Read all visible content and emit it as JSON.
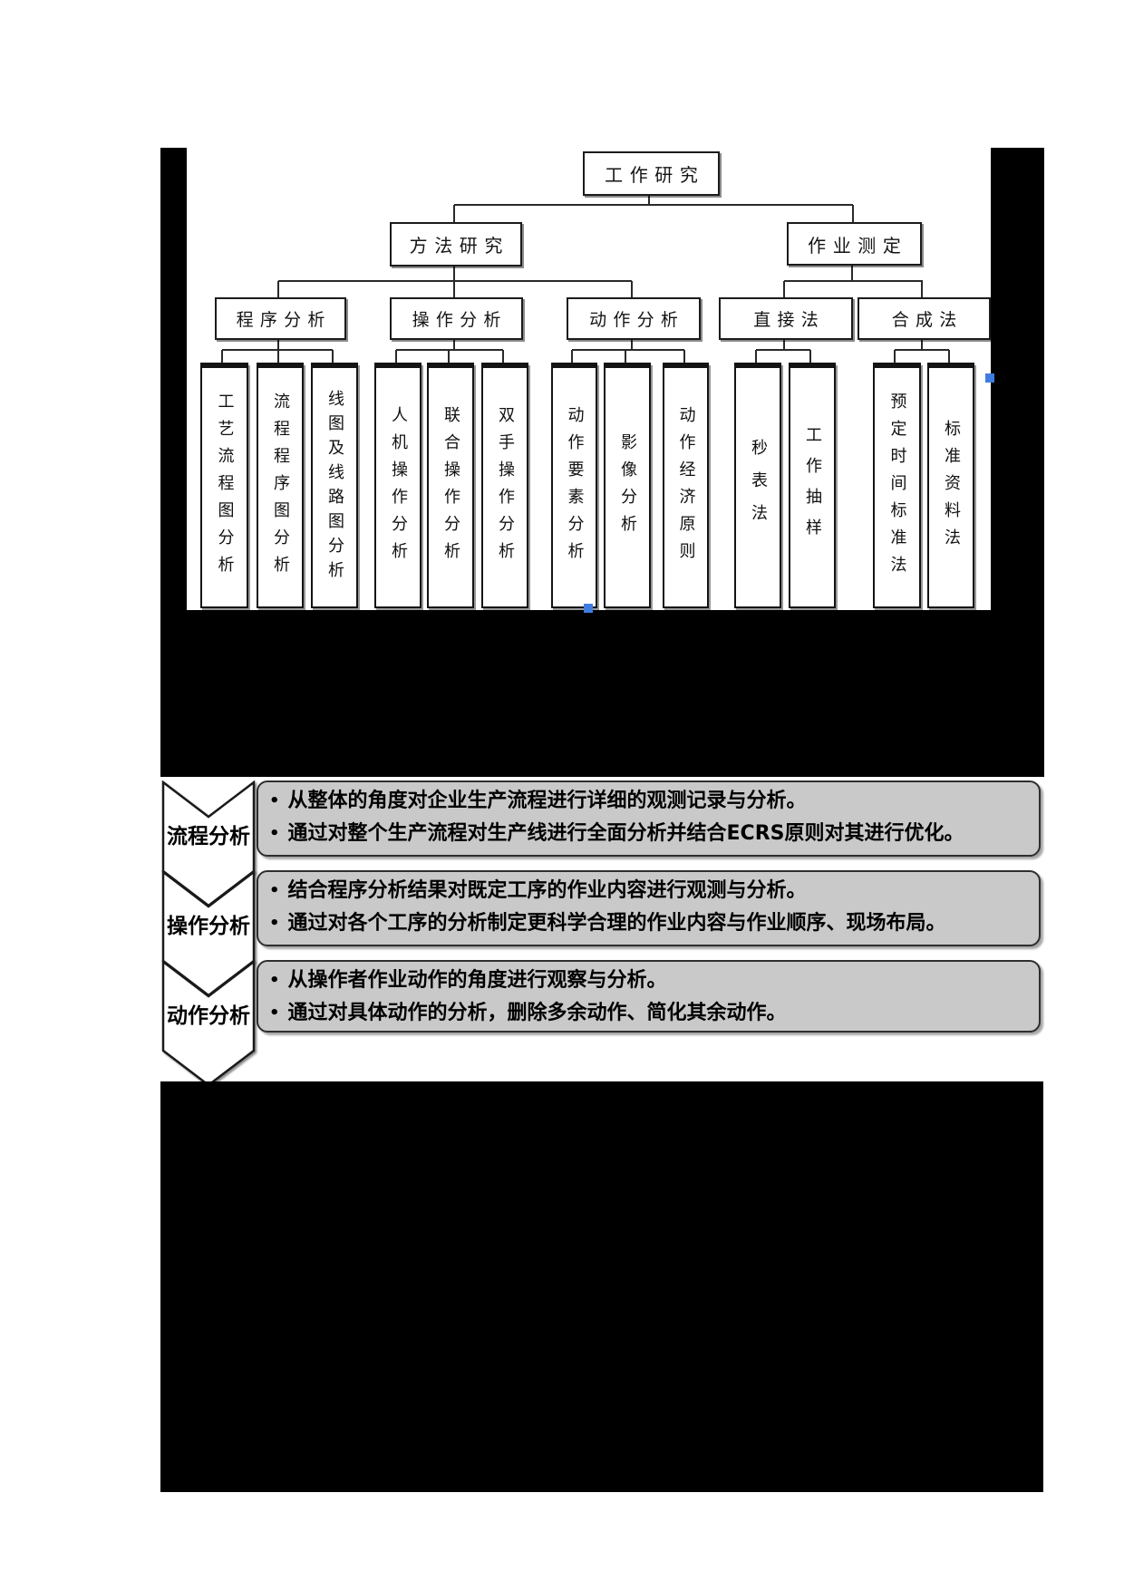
{
  "chart": {
    "root": "工作研究",
    "l2": [
      "方法研究",
      "作业测定"
    ],
    "l3": [
      "程序分析",
      "操作分析",
      "动作分析",
      "直接法",
      "合成法"
    ],
    "leaves": [
      "工艺流程图分析",
      "流程程序图分析",
      "线图及线路图分析",
      "人机操作分析",
      "联合操作分析",
      "双手操作分析",
      "动作要素分析",
      "影像分析",
      "动作经济原则",
      "秒表法",
      "工作抽样",
      "预定时间标准法",
      "标准资料法"
    ]
  },
  "rows": [
    {
      "label": "流程分析",
      "bullets": [
        "从整体的角度对企业生产流程进行详细的观测记录与分析。",
        "通过对整个生产流程对生产线进行全面分析并结合ECRS原则对其进行优化。"
      ]
    },
    {
      "label": "操作分析",
      "bullets": [
        "结合程序分析结果对既定工序的作业内容进行观测与分析。",
        "通过对各个工序的分析制定更科学合理的作业内容与作业顺序、现场布局。"
      ]
    },
    {
      "label": "动作分析",
      "bullets": [
        "从操作者作业动作的角度进行观察与分析。",
        "通过对具体动作的分析，删除多余动作、简化其余动作。"
      ]
    }
  ],
  "colors": {
    "redaction_black": "#000000",
    "process_box_gray": "#c9c9c9",
    "selection_handle_blue": "#3f7de0",
    "line": "#2a2a2a"
  }
}
